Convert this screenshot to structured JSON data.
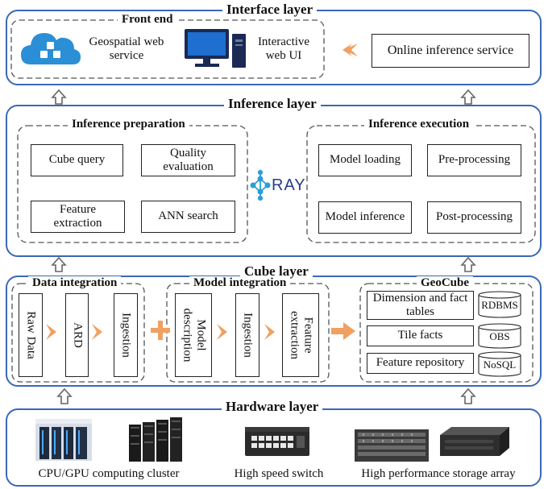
{
  "interface_layer": {
    "title": "Interface layer",
    "front_end_title": "Front end",
    "geospatial_label": "Geospatial web service",
    "webui_label": "Interactive web UI",
    "online_inference": "Online inference service"
  },
  "inference_layer": {
    "title": "Inference layer",
    "preparation_title": "Inference preparation",
    "execution_title": "Inference execution",
    "prep_items": [
      "Cube query",
      "Quality evaluation",
      "Feature extraction",
      "ANN search"
    ],
    "exec_items": [
      "Model loading",
      "Pre-processing",
      "Model inference",
      "Post-processing"
    ],
    "ray_label": "RAY"
  },
  "cube_layer": {
    "title": "Cube layer",
    "data_integration_title": "Data integration",
    "data_items": [
      "Raw Data",
      "ARD",
      "Ingestion"
    ],
    "model_integration_title": "Model integration",
    "model_items": [
      "Model description",
      "Ingestion",
      "Feature extraction"
    ],
    "geocube_title": "GeoCube",
    "geocube_rows": [
      {
        "label": "Dimension and fact tables",
        "store": "RDBMS"
      },
      {
        "label": "Tile facts",
        "store": "OBS"
      },
      {
        "label": "Feature repository",
        "store": "NoSQL"
      }
    ]
  },
  "hardware_layer": {
    "title": "Hardware layer",
    "items": [
      "CPU/GPU computing cluster",
      "High speed switch",
      "High performance storage array"
    ]
  },
  "colors": {
    "layer_border": "#3a68b8",
    "arrow_orange": "#f0a060",
    "cloud_blue": "#2a8fd6"
  }
}
